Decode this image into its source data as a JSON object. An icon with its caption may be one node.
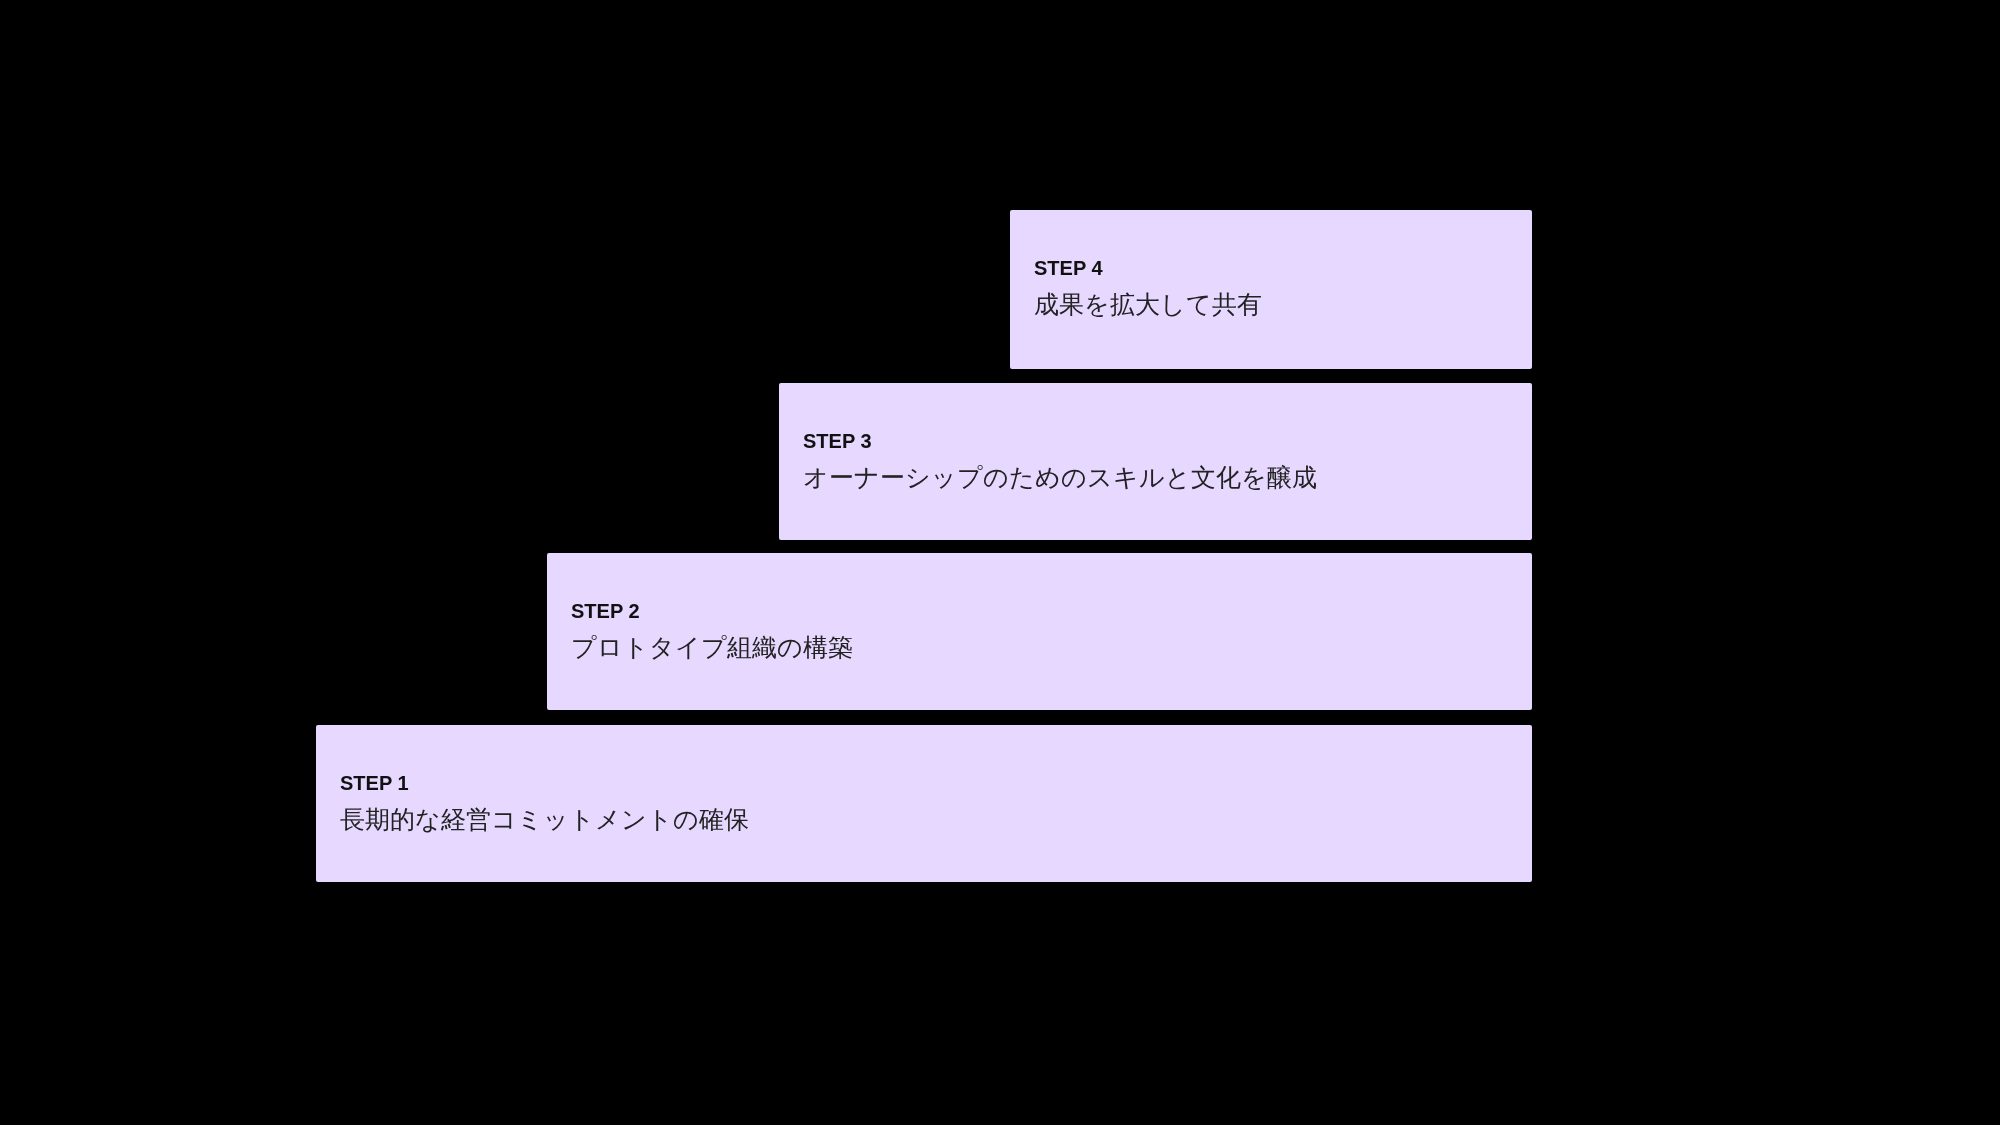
{
  "diagram": {
    "nodes": [
      {
        "text": [
          "STEP 4",
          "成果を拡大して共有"
        ]
      },
      {
        "text": [
          "STEP 3",
          "オーナーシップのためのスキルと文化を醸成"
        ]
      },
      {
        "text": [
          "STEP 2",
          "プロトタイプ組織の構築"
        ]
      },
      {
        "text": [
          "STEP 1",
          "長期的な経営コミットメントの確保"
        ]
      }
    ]
  }
}
